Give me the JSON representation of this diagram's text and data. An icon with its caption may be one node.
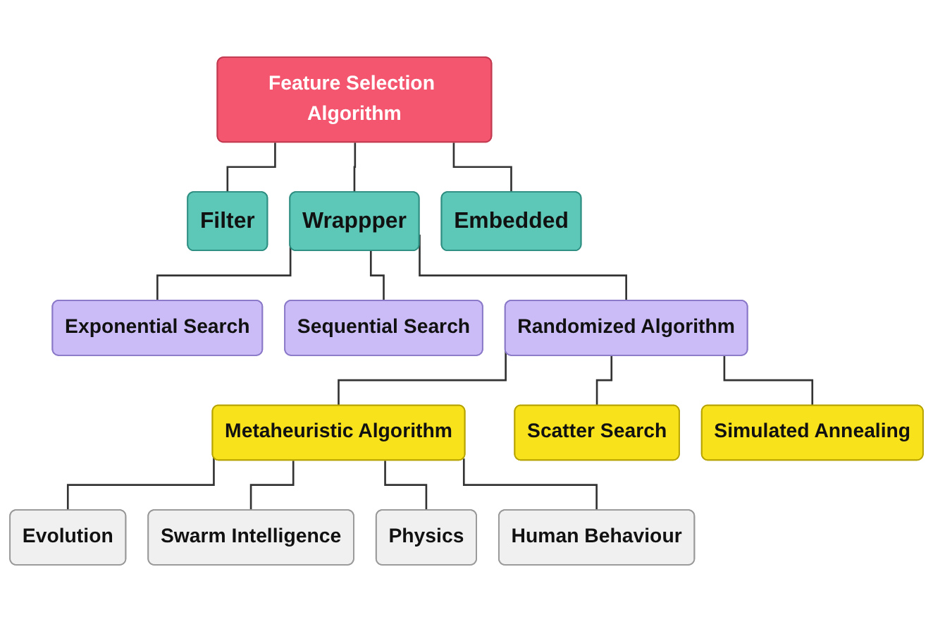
{
  "diagram": {
    "nodes": [
      {
        "text": [
          "Feature Selection Algorithm"
        ]
      },
      {
        "text": [
          "Filter"
        ]
      },
      {
        "text": [
          "Wrappper"
        ]
      },
      {
        "text": [
          "Embedded"
        ]
      },
      {
        "text": [
          "Exponential Search"
        ]
      },
      {
        "text": [
          "Sequential Search"
        ]
      },
      {
        "text": [
          "Randomized Algorithm"
        ]
      },
      {
        "text": [
          "Metaheuristic Algorithm"
        ]
      },
      {
        "text": [
          "Scatter Search"
        ]
      },
      {
        "text": [
          "Simulated Annealing"
        ]
      },
      {
        "text": [
          "Evolution"
        ]
      },
      {
        "text": [
          "Swarm Intelligence"
        ]
      },
      {
        "text": [
          "Physics"
        ]
      },
      {
        "text": [
          "Human Behaviour"
        ]
      }
    ],
    "edges": [
      {
        "from": 0,
        "to": 1,
        "arrow": "none"
      },
      {
        "from": 0,
        "to": 2,
        "arrow": "none"
      },
      {
        "from": 0,
        "to": 3,
        "arrow": "none"
      },
      {
        "from": 2,
        "to": 4,
        "arrow": "none"
      },
      {
        "from": 2,
        "to": 5,
        "arrow": "none"
      },
      {
        "from": 2,
        "to": 6,
        "arrow": "none"
      },
      {
        "from": 6,
        "to": 7,
        "arrow": "none"
      },
      {
        "from": 6,
        "to": 8,
        "arrow": "none"
      },
      {
        "from": 6,
        "to": 9,
        "arrow": "none"
      },
      {
        "from": 7,
        "to": 10,
        "arrow": "none"
      },
      {
        "from": 7,
        "to": 11,
        "arrow": "none"
      },
      {
        "from": 7,
        "to": 12,
        "arrow": "none"
      },
      {
        "from": 7,
        "to": 13,
        "arrow": "none"
      }
    ]
  }
}
